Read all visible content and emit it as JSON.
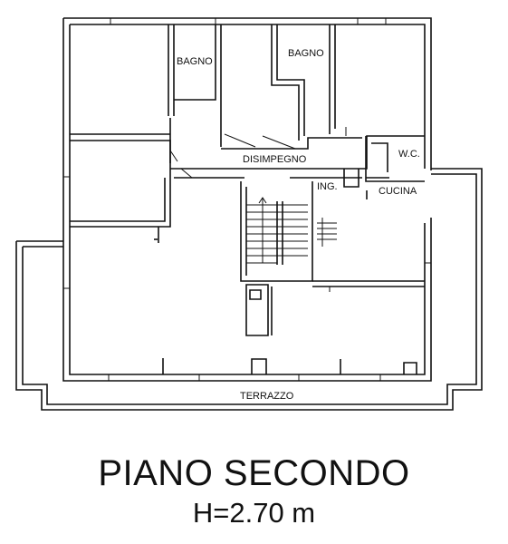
{
  "rooms": {
    "bagno_1": "BAGNO",
    "bagno_2": "BAGNO",
    "disimpegno": "DISIMPEGNO",
    "ingresso": "ING.",
    "wc": "W.C.",
    "cucina": "CUCINA",
    "terrazzo": "TERRAZZO"
  },
  "title": "PIANO SECONDO",
  "height": "H=2.70 m",
  "colors": {
    "wall": "#111111",
    "paper": "#ffffff"
  }
}
